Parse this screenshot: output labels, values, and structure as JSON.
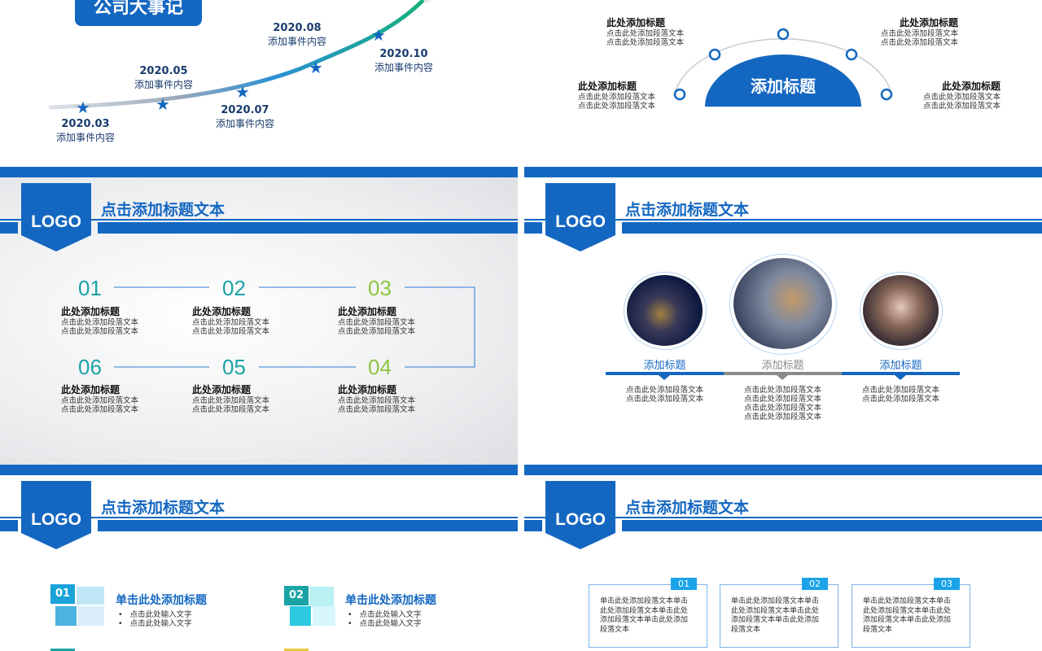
{
  "colors": {
    "primary": "#1467c1",
    "teal": "#1aa3a6",
    "green": "#8dc641",
    "cyan": "#2ec8e0",
    "gray": "#8a8a8a"
  },
  "slide1": {
    "title": "公司大事记",
    "events": [
      {
        "date": "2020.03",
        "text": "添加事件内容"
      },
      {
        "date": "2020.05",
        "text": "添加事件内容"
      },
      {
        "date": "2020.07",
        "text": "添加事件内容"
      },
      {
        "date": "2020.08",
        "text": "添加事件内容"
      },
      {
        "date": "2020.10",
        "text": "添加事件内容"
      }
    ]
  },
  "slide2": {
    "center_title": "添加标题",
    "items": [
      {
        "title": "此处添加标题",
        "l1": "点击此处添加段落文本",
        "l2": "点击此处添加段落文本"
      },
      {
        "title": "此处添加标题",
        "l1": "点击此处添加段落文本",
        "l2": "点击此处添加段落文本"
      },
      {
        "title": "此处添加标题",
        "l1": "点击此处添加段落文本",
        "l2": "点击此处添加段落文本"
      },
      {
        "title": "此处添加标题",
        "l1": "点击此处添加段落文本",
        "l2": "点击此处添加段落文本"
      }
    ]
  },
  "header": {
    "logo": "LOGO",
    "title": "点击添加标题文本"
  },
  "slide3": {
    "steps": [
      {
        "num": "01",
        "title": "此处添加标题",
        "l1": "点击此处添加段落文本",
        "l2": "点击此处添加段落文本"
      },
      {
        "num": "02",
        "title": "此处添加标题",
        "l1": "点击此处添加段落文本",
        "l2": "点击此处添加段落文本"
      },
      {
        "num": "03",
        "title": "此处添加标题",
        "l1": "点击此处添加段落文本",
        "l2": "点击此处添加段落文本"
      },
      {
        "num": "06",
        "title": "此处添加标题",
        "l1": "点击此处添加段落文本",
        "l2": "点击此处添加段落文本"
      },
      {
        "num": "05",
        "title": "此处添加标题",
        "l1": "点击此处添加段落文本",
        "l2": "点击此处添加段落文本"
      },
      {
        "num": "04",
        "title": "此处添加标题",
        "l1": "点击此处添加段落文本",
        "l2": "点击此处添加段落文本"
      }
    ]
  },
  "slide4": {
    "cols": [
      {
        "label": "添加标题",
        "lines": [
          "点击此处添加段落文本",
          "点击此处添加段落文本"
        ]
      },
      {
        "label": "添加标题",
        "lines": [
          "点击此处添加段落文本",
          "点击此处添加段落文本",
          "点击此处添加段落文本",
          "点击此处添加段落文本"
        ]
      },
      {
        "label": "添加标题",
        "lines": [
          "点击此处添加段落文本",
          "点击此处添加段落文本"
        ]
      }
    ]
  },
  "slide5": {
    "items": [
      {
        "num": "01",
        "title": "单击此处添加标题",
        "b1": "点击此处输入文字",
        "b2": "点击此处输入文字"
      },
      {
        "num": "02",
        "title": "单击此处添加标题",
        "b1": "点击此处输入文字",
        "b2": "点击此处输入文字"
      }
    ]
  },
  "slide6": {
    "boxes": [
      {
        "num": "01",
        "l1": "单击此处添加段落文本单击",
        "l2": "此处添加段落文本单击此处",
        "l3": "添加段落文本单击此处添加",
        "l4": "段落文本"
      },
      {
        "num": "02",
        "l1": "单击此处添加段落文本单击",
        "l2": "此处添加段落文本单击此处",
        "l3": "添加段落文本单击此处添加",
        "l4": "段落文本"
      },
      {
        "num": "03",
        "l1": "单击此处添加段落文本单击",
        "l2": "此处添加段落文本单击此处",
        "l3": "添加段落文本单击此处添加",
        "l4": "段落文本"
      }
    ]
  }
}
